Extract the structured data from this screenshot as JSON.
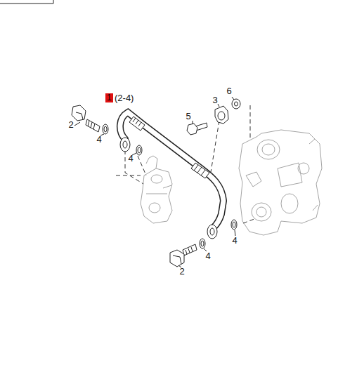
{
  "diagram": {
    "nodes": [
      {
        "text": [
          "1"
        ]
      }
    ],
    "labels": [
      "(2-4)",
      "3",
      "6",
      "5",
      "2",
      "4",
      "4",
      "4",
      "4",
      "2"
    ]
  }
}
